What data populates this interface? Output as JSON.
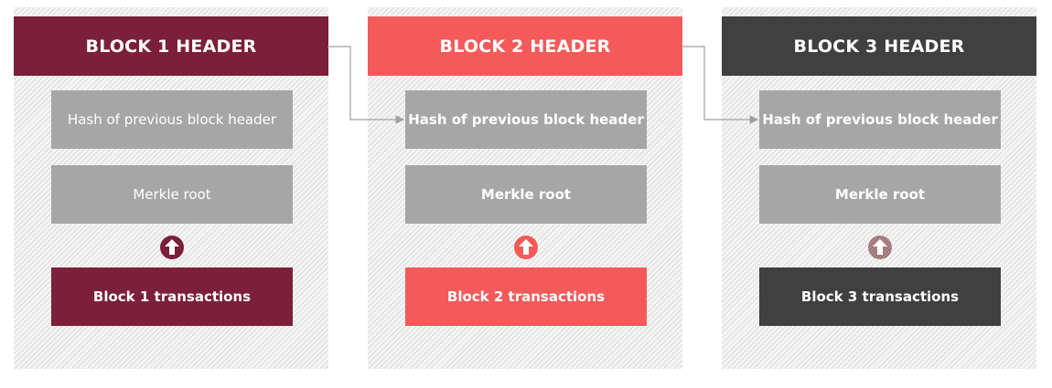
{
  "blocks": [
    {
      "header": "BLOCK 1 HEADER",
      "hash_label": "Hash of previous block header",
      "merkle_label": "Merkle root",
      "tx_label": "Block 1 transactions",
      "color": "#7b1f3a"
    },
    {
      "header": "BLOCK 2 HEADER",
      "hash_label": "Hash of previous block header",
      "merkle_label": "Merkle root",
      "tx_label": "Block 2 transactions",
      "color": "#f45a5a"
    },
    {
      "header": "BLOCK 3 HEADER",
      "hash_label": "Hash of previous block header",
      "merkle_label": "Merkle root",
      "tx_label": "Block 3 transactions",
      "color": "#404040"
    }
  ],
  "colors": {
    "field_gray": "#a6a6a6",
    "connector_gray": "#a0a0a0"
  },
  "icons": {
    "up_arrow": "up-arrow-circle-icon"
  }
}
